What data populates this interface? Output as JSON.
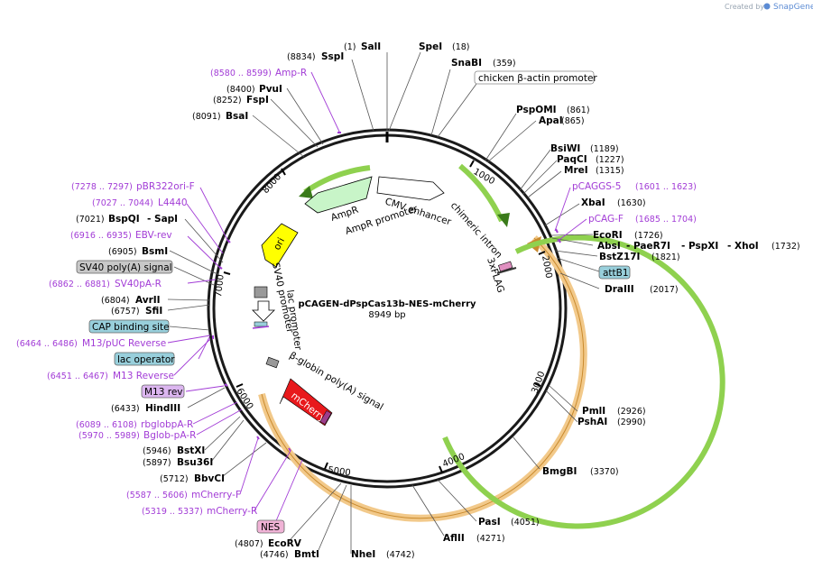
{
  "watermark": {
    "created_by": "Created by",
    "brand": "SnapGene"
  },
  "plasmid": {
    "name": "pCAGEN-dPspCas13b-NES-mCherry",
    "size": "8949 bp"
  },
  "ticks": [
    "1000",
    "2000",
    "3000",
    "4000",
    "5000",
    "6000",
    "7000",
    "8000"
  ],
  "features": {
    "cmv": "CMV enhancer",
    "chimeric": "chimeric intron",
    "flag": "3xFLAG",
    "ampr": "AmpR",
    "ampr_promoter": "AmpR promoter",
    "ori": "ori",
    "sv40": "SV40 promoter",
    "lac": "lac promoter",
    "bglobin": "β-globin poly(A) signal",
    "mcherry": "mCherry"
  },
  "sites": {
    "sali": {
      "name": "SalI",
      "pos": "(1)"
    },
    "spei": {
      "name": "SpeI",
      "pos": "(18)"
    },
    "sspi": {
      "name": "SspI",
      "pos": "(8834)"
    },
    "snabi": {
      "name": "SnaBI",
      "pos": "(359)"
    },
    "chicken": {
      "name": "chicken β-actin promoter"
    },
    "ampr_primer": {
      "name": "Amp-R",
      "pos": "(8580 .. 8599)"
    },
    "pvui": {
      "name": "PvuI",
      "pos": "(8400)"
    },
    "fspi": {
      "name": "FspI",
      "pos": "(8252)"
    },
    "bsai": {
      "name": "BsaI",
      "pos": "(8091)"
    },
    "pspomi": {
      "name": "PspOMI",
      "pos": "(861)"
    },
    "apai": {
      "name": "ApaI",
      "pos": "(865)"
    },
    "bsiwi": {
      "name": "BsiWI",
      "pos": "(1189)"
    },
    "paqci": {
      "name": "PaqCI",
      "pos": "(1227)"
    },
    "mrei": {
      "name": "MreI",
      "pos": "(1315)"
    },
    "pcaggs5": {
      "name": "pCAGGS-5",
      "pos": "(1601 .. 1623)"
    },
    "xbai": {
      "name": "XbaI",
      "pos": "(1630)"
    },
    "pcagf": {
      "name": "pCAG-F",
      "pos": "(1685 .. 1704)"
    },
    "ecori": {
      "name": "EcoRI",
      "pos": "(1726)"
    },
    "absi": {
      "name": "AbsI",
      "sep1": "- PaeR7I",
      "sep2": "- PspXI",
      "sep3": "- XhoI",
      "pos": "(1732)"
    },
    "bstz17i": {
      "name": "BstZ17I",
      "pos": "(1821)"
    },
    "attb1": {
      "name": "attB1"
    },
    "drai": {
      "name": "DraIII",
      "pos": "(2017)"
    },
    "pbr": {
      "name": "pBR322ori-F",
      "pos": "(7278 .. 7297)"
    },
    "l4440": {
      "name": "L4440",
      "pos": "(7027 .. 7044)"
    },
    "bspqi": {
      "name": "BspQI",
      "sep": "- SapI",
      "pos": "(7021)"
    },
    "ebv": {
      "name": "EBV-rev",
      "pos": "(6916 .. 6935)"
    },
    "bsmi": {
      "name": "BsmI",
      "pos": "(6905)"
    },
    "sv40pa": {
      "name": "SV40 poly(A) signal"
    },
    "sv40par": {
      "name": "SV40pA-R",
      "pos": "(6862 .. 6881)"
    },
    "avrii": {
      "name": "AvrII",
      "pos": "(6804)"
    },
    "sfii": {
      "name": "SfiI",
      "pos": "(6757)"
    },
    "cap": {
      "name": "CAP binding site"
    },
    "m13puc": {
      "name": "M13/pUC Reverse",
      "pos": "(6464 .. 6486)"
    },
    "lacop": {
      "name": "lac operator"
    },
    "m13rev_p": {
      "name": "M13 Reverse",
      "pos": "(6451 .. 6467)"
    },
    "m13rev": {
      "name": "M13 rev"
    },
    "hindiii": {
      "name": "HindIII",
      "pos": "(6433)"
    },
    "rbglobin": {
      "name": "rbglobpA-R",
      "pos": "(6089 .. 6108)"
    },
    "bglob": {
      "name": "Bglob-pA-R",
      "pos": "(5970 .. 5989)"
    },
    "bstxi": {
      "name": "BstXI",
      "pos": "(5946)"
    },
    "bsu36i": {
      "name": "Bsu36I",
      "pos": "(5897)"
    },
    "bbvci": {
      "name": "BbvCI",
      "pos": "(5712)"
    },
    "mcherryf": {
      "name": "mCherry-F",
      "pos": "(5587 .. 5606)"
    },
    "mcherryr": {
      "name": "mCherry-R",
      "pos": "(5319 .. 5337)"
    },
    "nes": {
      "name": "NES"
    },
    "ecorv": {
      "name": "EcoRV",
      "pos": "(4807)"
    },
    "bmti": {
      "name": "BmtI",
      "pos": "(4746)"
    },
    "nhei": {
      "name": "NheI",
      "pos": "(4742)"
    },
    "aflii": {
      "name": "AflII",
      "pos": "(4271)"
    },
    "pasi": {
      "name": "PasI",
      "pos": "(4051)"
    },
    "bmgbi": {
      "name": "BmgBI",
      "pos": "(3370)"
    },
    "pmli": {
      "name": "PmlI",
      "pos": "(2926)"
    },
    "pshai": {
      "name": "PshAI",
      "pos": "(2990)"
    }
  },
  "colors": {
    "backbone": "#1a1a1a",
    "primer": "#a23cd6",
    "orange": "#f2c98a",
    "orange_edge": "#c98a2e",
    "green": "#8fd14f",
    "green_edge": "#3a7a1a",
    "mcherry": "#e8191c",
    "ori": "#ffff00",
    "ampr": "#c8f5c8"
  }
}
